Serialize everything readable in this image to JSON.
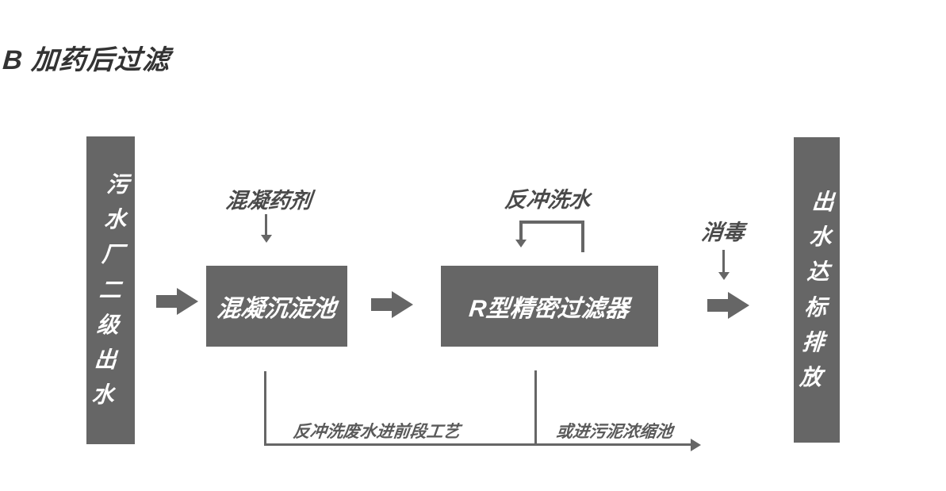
{
  "title": "B 加药后过滤",
  "colors": {
    "shape_gray": "#666666",
    "node_text": "#ffffff",
    "title_text": "#333333",
    "label_text": "#4a4a4a",
    "note_text": "#5a5a5a",
    "background": "#ffffff"
  },
  "flow": {
    "source": "污水厂二级出水",
    "coagulation_tank": "混凝沉淀池",
    "precision_filter": "R型精密过滤器",
    "discharge": "出水达标排放"
  },
  "labels": {
    "coagulant": "混凝药剂",
    "backwash": "反冲洗水",
    "disinfect": "消毒"
  },
  "notes": {
    "backwash_to_front": "反冲洗废水进前段工艺",
    "to_sludge": "或进污泥浓缩池"
  }
}
